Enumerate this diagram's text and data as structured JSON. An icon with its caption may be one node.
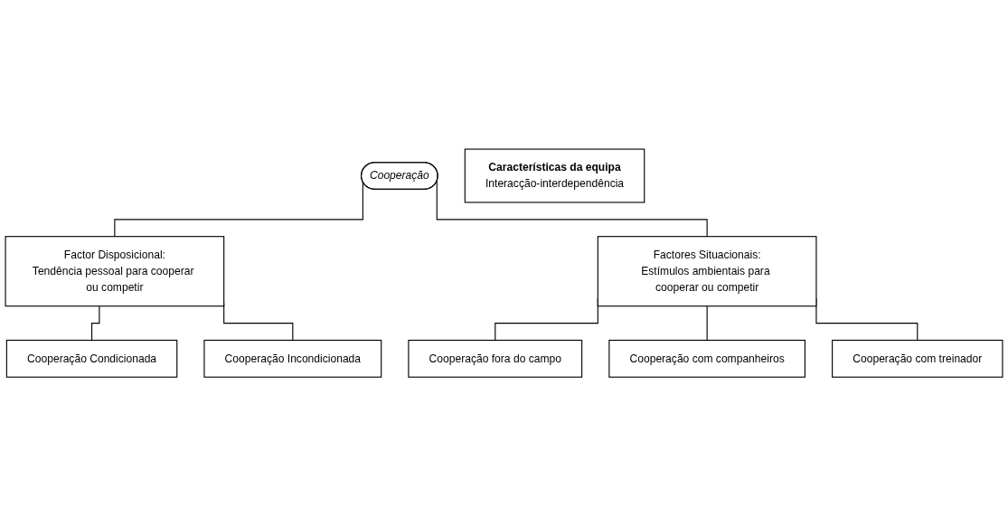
{
  "diagram": {
    "nodes": [
      {
        "text": [
          "Cooperação"
        ]
      },
      {
        "text": [
          "Características da equipa",
          "Interacção-interdependência"
        ]
      },
      {
        "text": [
          "Factor Disposicional:",
          "Tendência pessoal para cooperar ou competir"
        ]
      },
      {
        "text": [
          "Factores Situacionais:",
          "Estímulos ambientais para cooperar ou competir"
        ]
      },
      {
        "text": [
          "Cooperação Condicionada"
        ]
      },
      {
        "text": [
          "Cooperação Incondicionada"
        ]
      },
      {
        "text": [
          "Cooperação fora do campo"
        ]
      },
      {
        "text": [
          "Cooperação com treinador"
        ]
      },
      {
        "text": [
          "Cooperação com companheiros"
        ]
      }
    ],
    "edges": [
      {
        "from": 0,
        "to": 2,
        "arrow": "none"
      },
      {
        "from": 0,
        "to": 3,
        "arrow": "none"
      },
      {
        "from": 2,
        "to": 4,
        "arrow": "none"
      },
      {
        "from": 2,
        "to": 5,
        "arrow": "none"
      },
      {
        "from": 3,
        "to": 6,
        "arrow": "none"
      },
      {
        "from": 3,
        "to": 8,
        "arrow": "none"
      },
      {
        "from": 3,
        "to": 7,
        "arrow": "none"
      }
    ]
  }
}
